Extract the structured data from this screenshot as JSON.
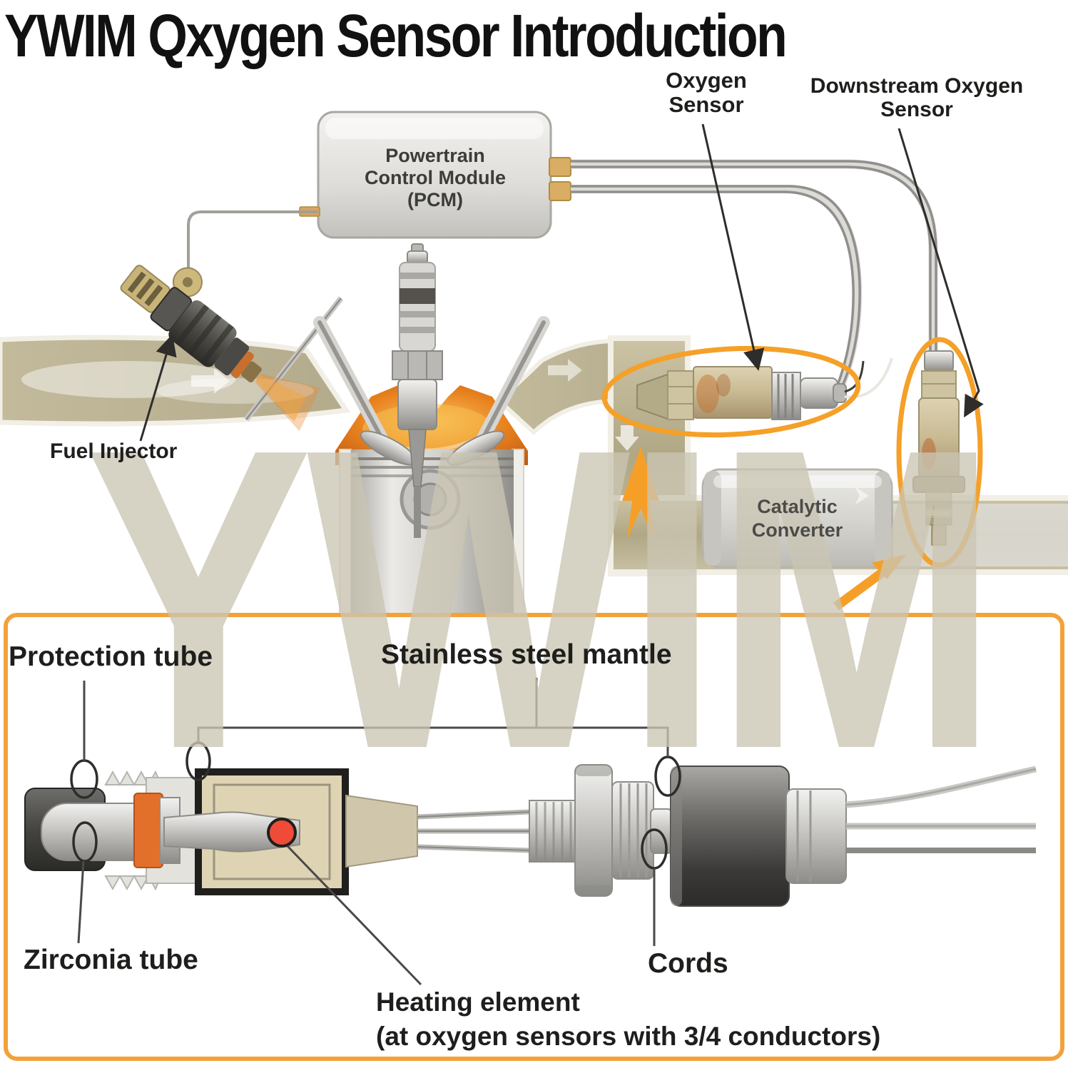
{
  "title": "YWIM Qxygen Sensor Introduction",
  "watermark": "YWIM",
  "colors": {
    "accent_orange": "#F59F28",
    "label_text": "#1E1E1C",
    "exhaust_tan": "#B3AA87",
    "combustion_orange": "#E8821E",
    "heater_red": "#EF4B38"
  },
  "top_diagram": {
    "labels": {
      "oxygen_sensor": [
        "Oxygen",
        "Sensor"
      ],
      "downstream_oxygen_sensor": [
        "Downstream Oxygen",
        "Sensor"
      ],
      "pcm": [
        "Powertrain",
        "Control Module",
        "(PCM)"
      ],
      "fuel_injector": "Fuel Injector",
      "catalytic_converter": [
        "Catalytic",
        "Converter"
      ]
    }
  },
  "bottom_diagram": {
    "labels": {
      "protection_tube": "Protection tube",
      "stainless_steel_mantle": "Stainless steel mantle",
      "zirconia_tube": "Zirconia tube",
      "cords": "Cords",
      "heating_element": [
        "Heating element",
        "(at oxygen sensors with 3/4 conductors)"
      ]
    }
  }
}
